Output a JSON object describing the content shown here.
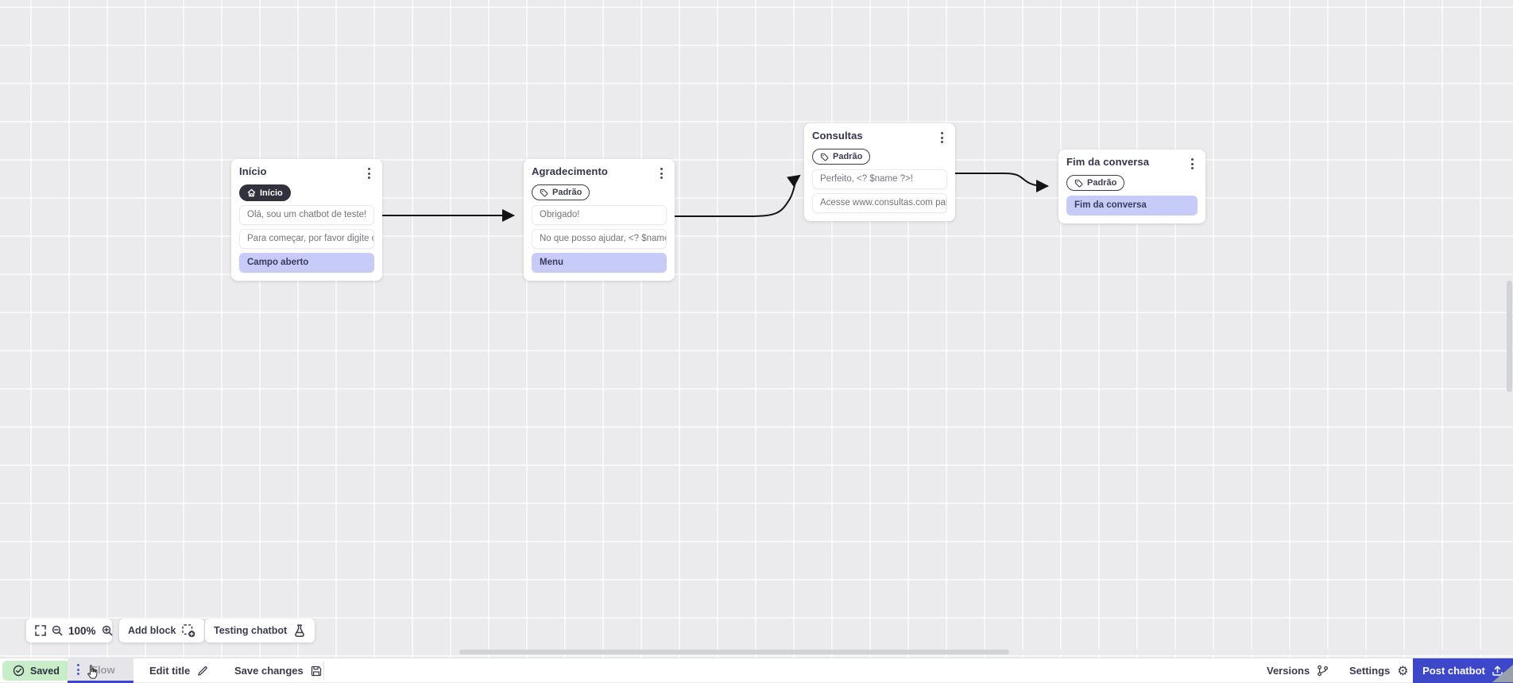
{
  "canvas": {
    "zoom_level": "100%"
  },
  "nodes": [
    {
      "id": "inicio",
      "title": "Início",
      "badge": {
        "label": "Início",
        "style": "dark",
        "icon": "home-icon"
      },
      "rows": [
        {
          "text": "Olá, sou um chatbot de teste!",
          "style": "message"
        },
        {
          "text": "Para começar, por favor digite o ...",
          "style": "message"
        },
        {
          "text": "Campo aberto",
          "style": "action"
        }
      ]
    },
    {
      "id": "agradecimento",
      "title": "Agradecimento",
      "badge": {
        "label": "Padrão",
        "style": "outline",
        "icon": "tag-icon"
      },
      "rows": [
        {
          "text": "Obrigado!",
          "style": "message"
        },
        {
          "text": "No que posso ajudar, <? $name ...",
          "style": "message"
        },
        {
          "text": "Menu",
          "style": "action"
        }
      ]
    },
    {
      "id": "consultas",
      "title": "Consultas",
      "badge": {
        "label": "Padrão",
        "style": "outline",
        "icon": "tag-icon"
      },
      "rows": [
        {
          "text": "Perfeito, <? $name ?>!",
          "style": "message"
        },
        {
          "text": "Acesse www.consultas.com par...",
          "style": "message"
        }
      ]
    },
    {
      "id": "fim-da-conversa",
      "title": "Fim da conversa",
      "badge": {
        "label": "Padrão",
        "style": "outline",
        "icon": "tag-icon"
      },
      "rows": [
        {
          "text": "Fim da conversa",
          "style": "action"
        }
      ]
    }
  ],
  "connections": [
    {
      "from": "inicio",
      "to": "agradecimento"
    },
    {
      "from": "agradecimento",
      "to": "consultas"
    },
    {
      "from": "consultas",
      "to": "fim-da-conversa"
    }
  ],
  "toolbar": {
    "zoom_level": "100%",
    "add_block_label": "Add block",
    "testing_label": "Testing chatbot"
  },
  "statusbar": {
    "saved_label": "Saved",
    "flow_tab_label": "Flow",
    "edit_title_label": "Edit title",
    "save_changes_label": "Save changes",
    "versions_label": "Versions",
    "settings_label": "Settings",
    "post_button_label": "Post chatbot"
  },
  "icons": {
    "gear": "⚙"
  },
  "colors": {
    "accent": "#3c47c9",
    "action_row": "#c6ccf7",
    "dark_badge": "#32323f",
    "saved_green": "#c7eec9",
    "canvas_bg": "#ebebed",
    "wire": "#141414"
  }
}
